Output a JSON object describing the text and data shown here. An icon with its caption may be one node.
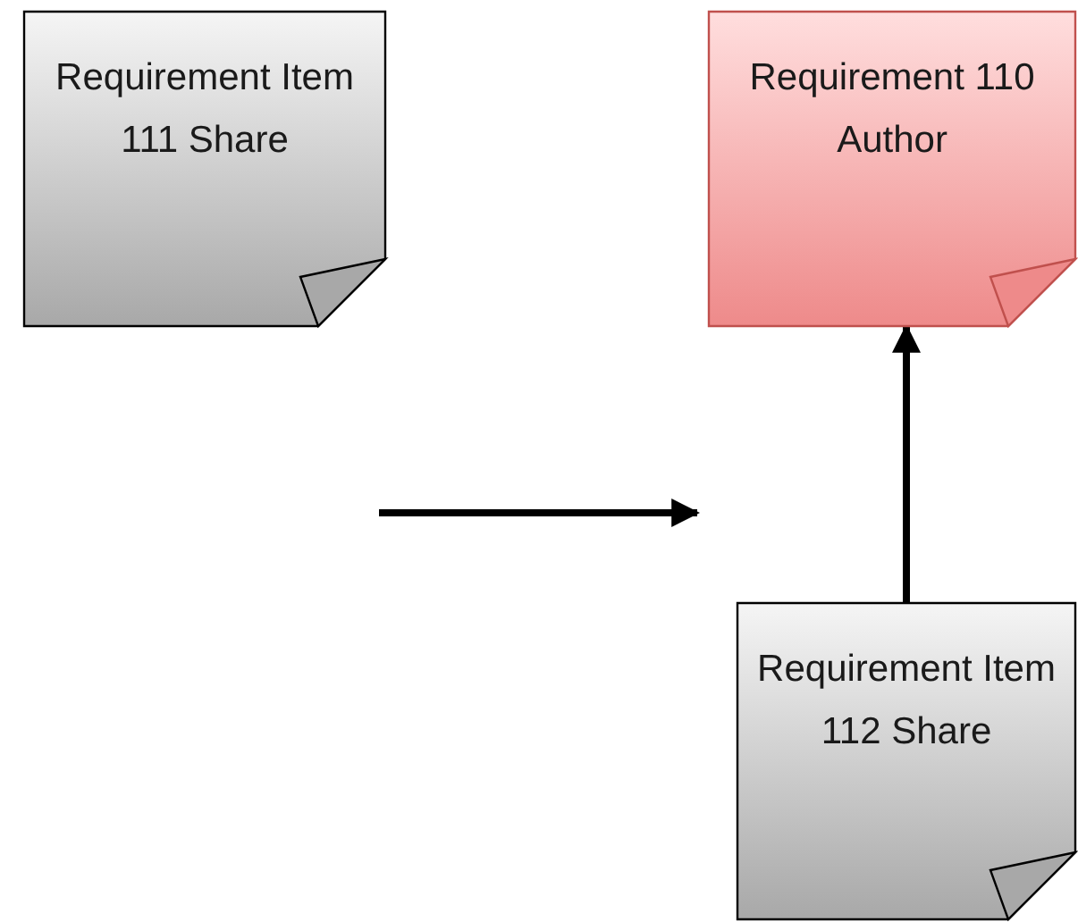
{
  "diagram": {
    "nodes": [
      {
        "text": [
          "Requirement Item 111 Share"
        ]
      },
      {
        "text": [
          "Requirement 110 Author"
        ]
      },
      {
        "text": [
          "Requirement Item 112 Share"
        ]
      }
    ],
    "edges": [
      {
        "from": 2,
        "to": 1,
        "arrow": "to"
      }
    ]
  }
}
